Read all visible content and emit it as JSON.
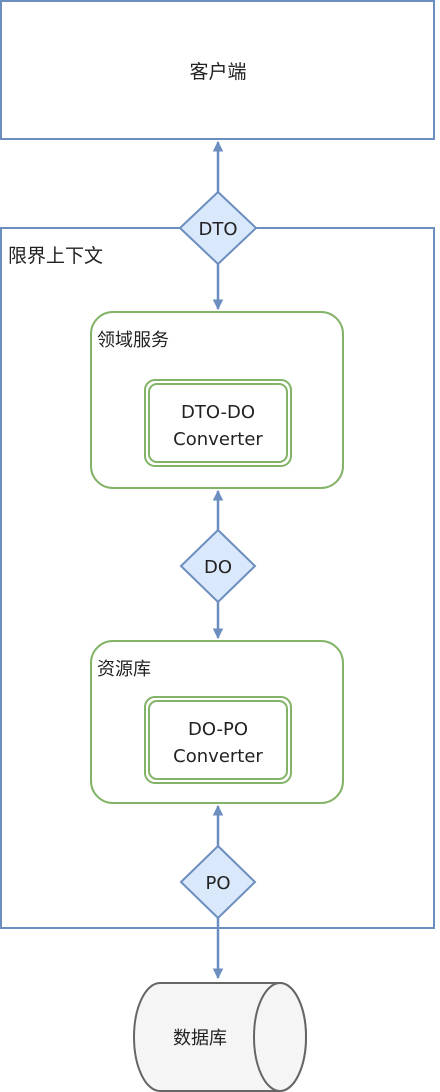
{
  "client": {
    "label": "客户端"
  },
  "context": {
    "label": "限界上下文"
  },
  "domain_service": {
    "label": "领域服务",
    "converter": [
      "DTO-DO",
      "Converter"
    ]
  },
  "repository": {
    "label": "资源库",
    "converter": [
      "DO-PO",
      "Converter"
    ]
  },
  "objects": {
    "dto": "DTO",
    "do": "DO",
    "po": "PO"
  },
  "database": {
    "label": "数据库"
  },
  "colors": {
    "blue_stroke": "#6C8EBF",
    "blue_fill": "#DAE8FC",
    "green_stroke": "#82B366",
    "cylinder_fill": "#F5F5F5",
    "cylinder_stroke": "#666666"
  }
}
